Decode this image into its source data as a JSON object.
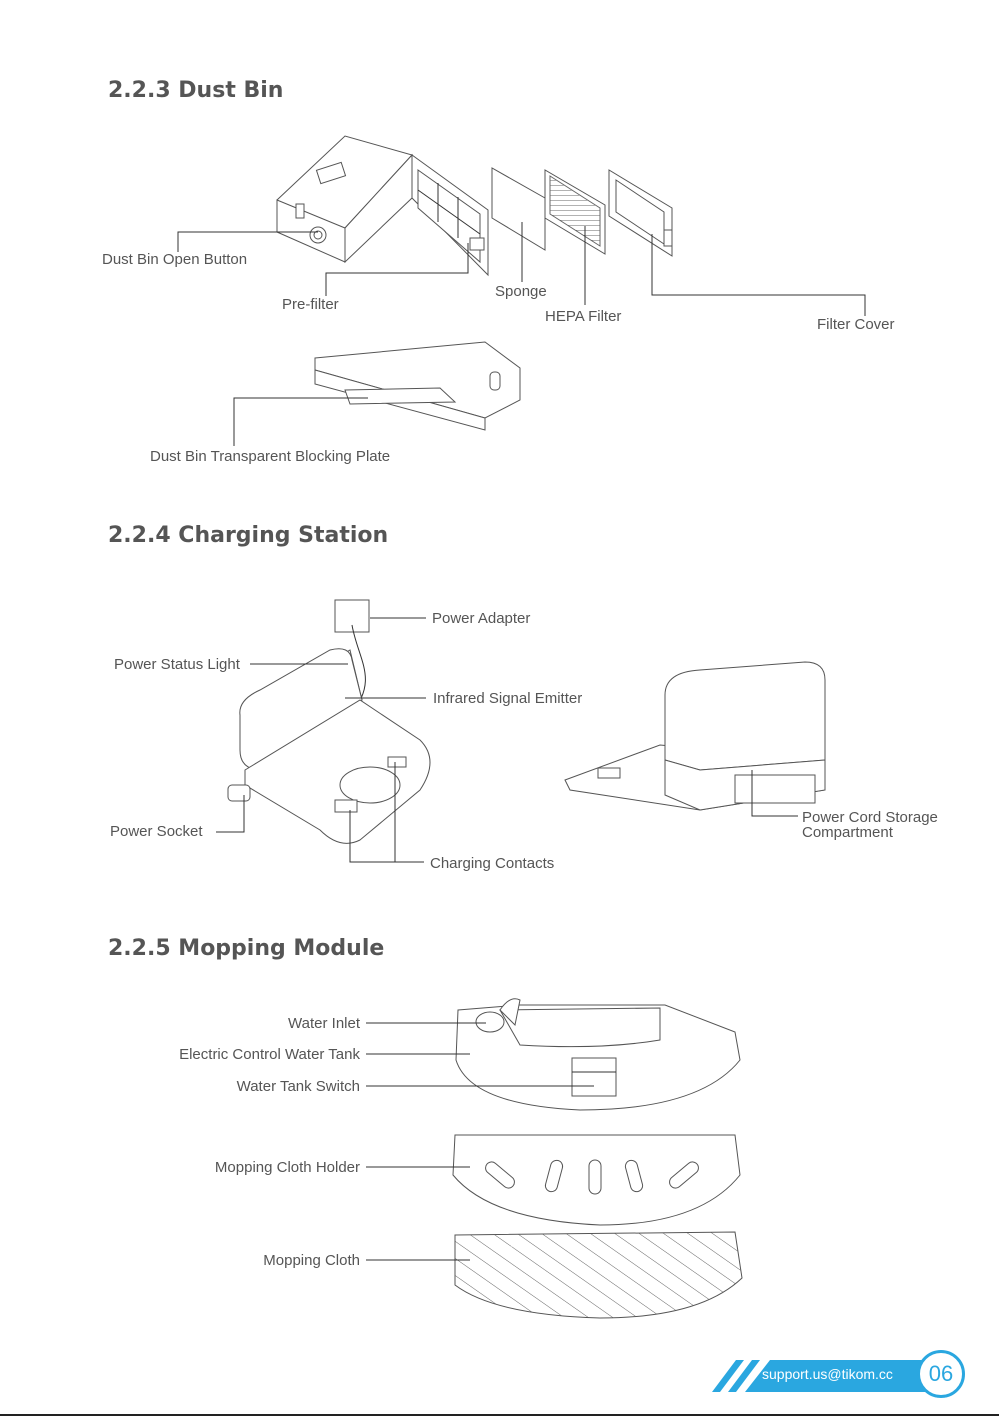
{
  "sections": [
    {
      "title": "2.2.3 Dust Bin"
    },
    {
      "title": "2.2.4 Charging Station"
    },
    {
      "title": "2.2.5 Mopping Module"
    }
  ],
  "dust_bin": {
    "open_button": "Dust Bin Open Button",
    "pre_filter": "Pre-filter",
    "sponge": "Sponge",
    "hepa": "HEPA Filter",
    "filter_cover": "Filter Cover",
    "blocking_plate": "Dust Bin Transparent Blocking Plate"
  },
  "charging": {
    "adapter": "Power Adapter",
    "status_light": "Power Status Light",
    "ir_emitter": "Infrared Signal Emitter",
    "socket": "Power Socket",
    "contacts": "Charging Contacts",
    "cord_storage_1": "Power Cord Storage",
    "cord_storage_2": "Compartment"
  },
  "mopping": {
    "water_inlet": "Water Inlet",
    "tank": "Electric Control Water Tank",
    "switch": "Water Tank Switch",
    "holder": "Mopping Cloth Holder",
    "cloth": "Mopping Cloth"
  },
  "footer": {
    "email": "support.us@tikom.cc",
    "page": "06",
    "accent": "#2aa7e0"
  }
}
